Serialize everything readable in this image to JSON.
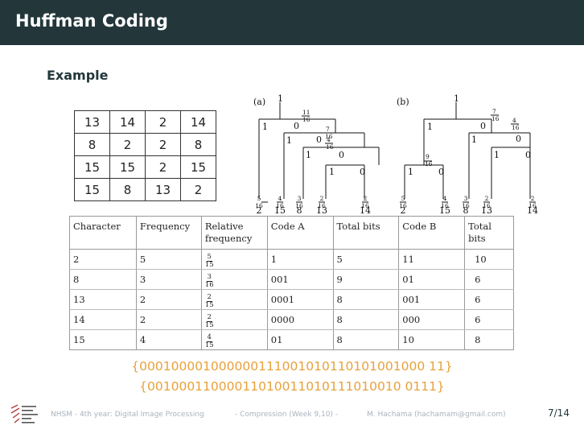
{
  "title": "Huffman Coding",
  "subtitle": "Example",
  "image_grid": [
    [
      "13",
      "14",
      "2",
      "14"
    ],
    [
      "8",
      "2",
      "2",
      "8"
    ],
    [
      "15",
      "15",
      "2",
      "15"
    ],
    [
      "15",
      "8",
      "13",
      "2"
    ]
  ],
  "trees": {
    "a_label": "(a)",
    "b_label": "(b)",
    "root": "1",
    "bit1": "1",
    "bit0": "0",
    "w11_16": {
      "n": "11",
      "d": "16"
    },
    "w7_16": {
      "n": "7",
      "d": "16"
    },
    "w4_16": {
      "n": "4",
      "d": "16"
    },
    "w9_16": {
      "n": "9",
      "d": "16"
    },
    "leaves_a": [
      {
        "w": "5",
        "d": "16",
        "v": "2"
      },
      {
        "w": "4",
        "d": "16",
        "v": "15"
      },
      {
        "w": "3",
        "d": "16",
        "v": "8"
      },
      {
        "w": "2",
        "d": "16",
        "v": "13"
      },
      {
        "w": "2",
        "d": "16",
        "v": "14"
      }
    ],
    "leaves_b": [
      {
        "w": "5",
        "d": "16",
        "v": "2"
      },
      {
        "w": "4",
        "d": "16",
        "v": "15"
      },
      {
        "w": "3",
        "d": "16",
        "v": "8"
      },
      {
        "w": "2",
        "d": "16",
        "v": "13"
      },
      {
        "w": "2",
        "d": "16",
        "v": "14"
      }
    ]
  },
  "code_table": {
    "headers": [
      "Character",
      "Frequency",
      "Relative frequency",
      "Code A",
      "Total bits",
      "Code B",
      "Total bits"
    ],
    "rows": [
      {
        "char": "2",
        "freq": "5",
        "rel_n": "5",
        "rel_d": "15",
        "code_a": "1",
        "bits_a": "5",
        "code_b": "11",
        "bits_b": "10"
      },
      {
        "char": "8",
        "freq": "3",
        "rel_n": "3",
        "rel_d": "16",
        "code_a": "001",
        "bits_a": "9",
        "code_b": "01",
        "bits_b": "6"
      },
      {
        "char": "13",
        "freq": "2",
        "rel_n": "2",
        "rel_d": "15",
        "code_a": "0001",
        "bits_a": "8",
        "code_b": "001",
        "bits_b": "6"
      },
      {
        "char": "14",
        "freq": "2",
        "rel_n": "2",
        "rel_d": "15",
        "code_a": "0000",
        "bits_a": "8",
        "code_b": "000",
        "bits_b": "6"
      },
      {
        "char": "15",
        "freq": "4",
        "rel_n": "4",
        "rel_d": "15",
        "code_a": "01",
        "bits_a": "8",
        "code_b": "10",
        "bits_b": "8"
      }
    ]
  },
  "bitstring_a": "{000100001000000111001010110101001000 11}",
  "bitstring_b": "{00100011000011010011010111010010 0111}",
  "footer": {
    "course": "NHSM - 4th year: Digital Image Processing",
    "section": "- Compression (Week 9,10) -",
    "author": "M. Hachama (hachamam@gmail.com)",
    "page": "7/14"
  },
  "colors": {
    "header_bg": "#23373b",
    "bitstring": "#e8a13a",
    "footer_text": "#a8b3bd"
  }
}
